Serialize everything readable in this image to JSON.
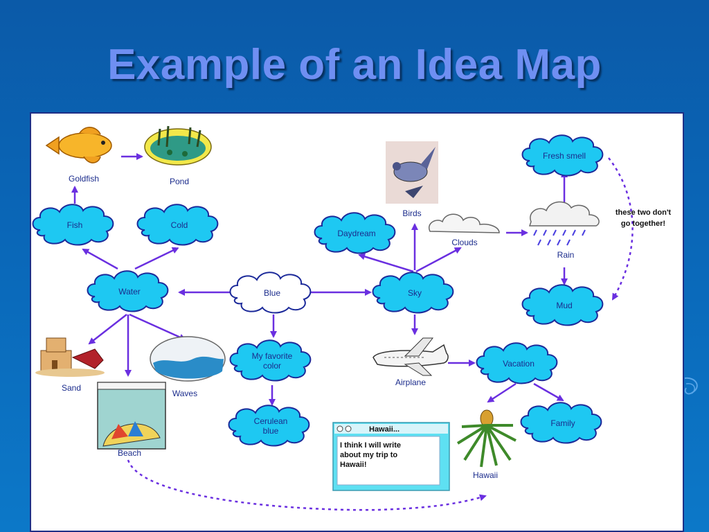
{
  "title": "Example of an Idea Map",
  "nodes": {
    "water": "Water",
    "blue": "Blue",
    "sky": "Sky",
    "fish": "Fish",
    "cold": "Cold",
    "daydream": "Daydream",
    "fresh_smell": "Fresh smell",
    "mud": "Mud",
    "favorite_color_line1": "My favorite",
    "favorite_color_line2": "color",
    "cerulean_line1": "Cerulean",
    "cerulean_line2": "blue",
    "vacation": "Vacation",
    "family": "Family"
  },
  "picture_labels": {
    "goldfish": "Goldfish",
    "pond": "Pond",
    "birds": "Birds",
    "clouds": "Clouds",
    "rain": "Rain",
    "sand": "Sand",
    "waves": "Waves",
    "beach": "Beach",
    "airplane": "Airplane",
    "hawaii": "Hawaii"
  },
  "annotation": {
    "line1": "these two don't",
    "line2": "go together!"
  },
  "note_window": {
    "title": "Hawaii...",
    "line1": "I think I will write",
    "line2": "about my trip to",
    "line3": "Hawaii!"
  },
  "colors": {
    "cloud_fill": "#1ec8f2",
    "cloud_stroke": "#1c2a9a",
    "arrow": "#6a2fe0",
    "label": "#1b2c8c",
    "title": "#6f8ff2"
  }
}
